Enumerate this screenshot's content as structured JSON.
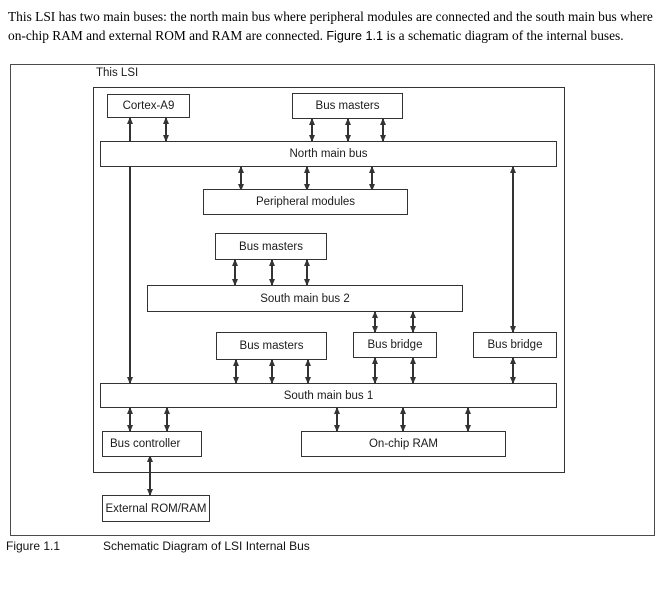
{
  "intro": {
    "line1": "This LSI has two main buses: the north main bus where peripheral modules are connected and the south main bus where",
    "line2_pre": "on-chip RAM and external ROM and RAM are connected. ",
    "line2_ref": "Figure 1.1",
    "line2_post": " is a schematic diagram of the internal buses."
  },
  "diagram": {
    "container_label": "This LSI",
    "nodes": {
      "cortex_a9": "Cortex-A9",
      "bus_masters_north": "Bus masters",
      "north_main_bus": "North main bus",
      "peripheral_modules": "Peripheral modules",
      "bus_masters_mid": "Bus masters",
      "south_main_bus_2": "South main bus 2",
      "bus_masters_south": "Bus masters",
      "bus_bridge_left": "Bus bridge",
      "bus_bridge_right": "Bus bridge",
      "south_main_bus_1": "South main bus 1",
      "bus_controller": "Bus controller",
      "on_chip_ram": "On-chip RAM",
      "external_rom_ram": "External ROM/RAM"
    }
  },
  "caption": {
    "label": "Figure 1.1",
    "title": "Schematic Diagram of LSI Internal Bus"
  },
  "colors": {
    "line": "#333333",
    "frame": "#4b4b4b",
    "text": "#1b1b1b",
    "background": "#ffffff"
  }
}
